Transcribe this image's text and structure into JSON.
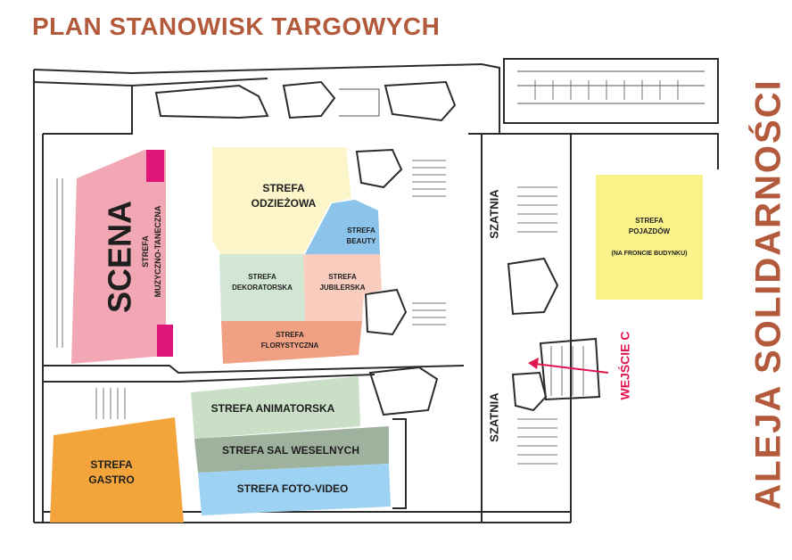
{
  "title": "PLAN STANOWISK TARGOWYCH",
  "street": "ALEJA SOLIDARNOŚCI",
  "entrance": {
    "label": "WEJŚCIE C",
    "color": "#e0154f"
  },
  "cloakrooms": [
    "SZATNIA",
    "SZATNIA"
  ],
  "colors": {
    "brand": "#b45a3c",
    "stage_accent": "#e0157a",
    "walls": "#2b2b2b"
  },
  "zones": {
    "scena": {
      "label": "SCENA",
      "sub": [
        "STREFA",
        "MUZYCZNO-TANECZNA"
      ],
      "color": "#f2a7b4"
    },
    "odziezowa": {
      "lines": [
        "STREFA",
        "ODZIEŻOWA"
      ],
      "color": "#fbf5c9"
    },
    "beauty": {
      "lines": [
        "STREFA",
        "BEAUTY"
      ],
      "color": "#8cc3ea"
    },
    "dekoratorska": {
      "lines": [
        "STREFA",
        "DEKORATORSKA"
      ],
      "color": "#d2e6d4"
    },
    "jubilerska": {
      "lines": [
        "STREFA",
        "JUBILERSKA"
      ],
      "color": "#f8cdbd"
    },
    "florystyczna": {
      "lines": [
        "STREFA",
        "FLORYSTYCZNA"
      ],
      "color": "#f0a184"
    },
    "animatorska": {
      "label": "STREFA ANIMATORSKA",
      "color": "#c9e0c7"
    },
    "sal_weselnych": {
      "label": "STREFA SAL WESELNYCH",
      "color": "#9fb29e"
    },
    "foto_video": {
      "label": "STREFA FOTO-VIDEO",
      "color": "#9ed2f2"
    },
    "gastro": {
      "lines": [
        "STREFA",
        "GASTRO"
      ],
      "color": "#f3a53c"
    },
    "pojazdow": {
      "lines": [
        "STREFA",
        "POJAZDÓW"
      ],
      "note": "(NA FRONCIE BUDYNKU)",
      "color": "#fbf28a"
    }
  }
}
